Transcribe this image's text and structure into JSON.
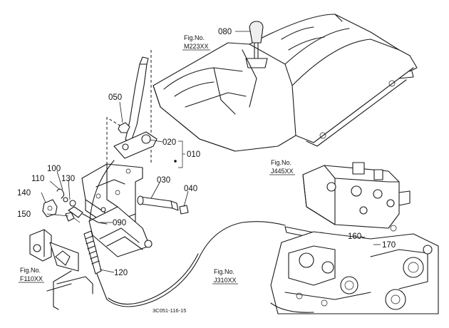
{
  "parts": {
    "p080": "080",
    "p050": "050",
    "p020": "020",
    "p010": "010",
    "p030": "030",
    "p040": "040",
    "p100": "100",
    "p110": "110",
    "p130": "130",
    "p140": "140",
    "p150": "150",
    "p090": "090",
    "p120": "120",
    "p160": "160",
    "p170": "170"
  },
  "figrefs": {
    "m223": {
      "label": "Fig.No.",
      "code": "M223XX"
    },
    "j445": {
      "label": "Fig.No.",
      "code": "J445XX"
    },
    "f110": {
      "label": "Fig.No.",
      "code": "F110XX"
    },
    "j310": {
      "label": "Fig.No.",
      "code": "J310XX"
    }
  },
  "drawing_code": "3C051-116-15"
}
